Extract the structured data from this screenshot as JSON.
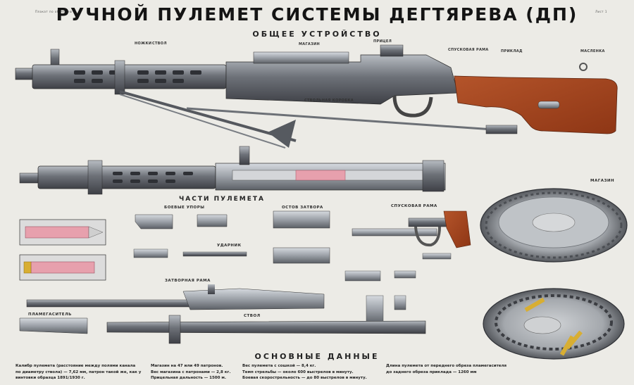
{
  "header": {
    "top_left": "Плакат по обучению",
    "top_right": "Лист 1",
    "title": "РУЧНОЙ ПУЛЕМЕТ СИСТЕМЫ ДЕГТЯРЕВА (ДП)",
    "subtitle": "ОБЩЕЕ УСТРОЙСТВО"
  },
  "sections": {
    "parts": "ЧАСТИ ПУЛЕМЕТА",
    "boevye_upory": "БОЕВЫЕ УПОРЫ",
    "ostov": "ОСТОВ ЗАТВОРА",
    "spusk": "СПУСКОВАЯ РАМА",
    "udarnik": "УДАРНИК",
    "zatvornaya": "ЗАТВОРНАЯ РАМА",
    "plamegasitel": "ПЛАМЕГАСИТЕЛЬ",
    "stvol": "СТВОЛ",
    "magazin": "МАГАЗИН"
  },
  "labels": {
    "nozhki": "НОЖКИ",
    "stvol": "СТВОЛ",
    "magazin": "МАГАЗИН",
    "pritsel": "ПРИЦЕЛ",
    "spuskovaya_rama": "СПУСКОВАЯ РАМА",
    "priklad": "ПРИКЛАД",
    "maslenka": "МАСЛЕНКА",
    "stvolnaya_korobka": "СТВОЛЬНАЯ КОРОБКА"
  },
  "specs": {
    "title": "ОСНОВНЫЕ ДАННЫЕ",
    "col1": [
      "Калибр пулемета (расстояние между полями канала",
      "по диаметру ствола) — 7,62 мм, патрон такой же, как у",
      "винтовки образца 1891/1930 г."
    ],
    "col2": [
      "Магазин на 47 или 49 патронов.",
      "Вес магазина с патронами — 2,8 кг.",
      "Прицельная дальность — 1500 м."
    ],
    "col3": [
      "Вес пулемета с сошкой — 8,4 кг.",
      "Темп стрельбы — около 600 выстрелов в минуту.",
      "Боевая скорострельность — до 80 выстрелов в минуту."
    ],
    "col4": [
      "Длина пулемета от переднего обреза пламегасителя",
      "до заднего обреза приклада — 1260 мм"
    ]
  },
  "colors": {
    "paper": "#ecebe6",
    "steel": "#5f6268",
    "steel_light": "#9aa0a8",
    "wood": "#a2441f",
    "brass": "#d8ae32",
    "pink": "#e7a0ad"
  }
}
